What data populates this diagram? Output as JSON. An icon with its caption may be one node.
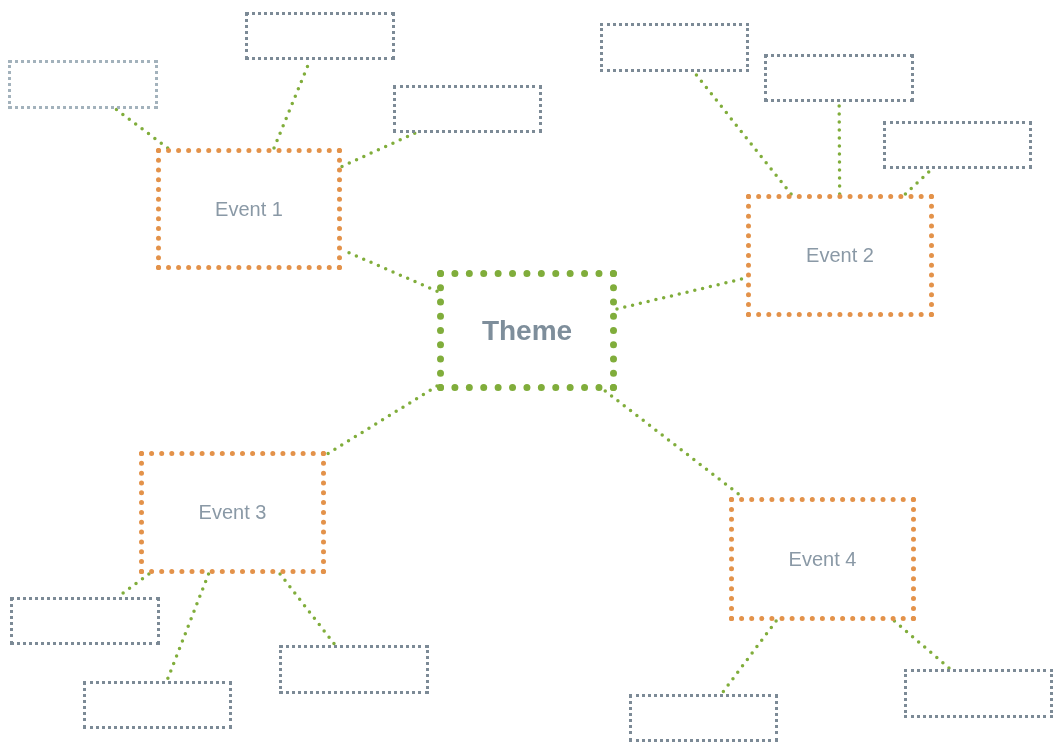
{
  "diagram": {
    "nodes": [
      {
        "text": [
          "Theme"
        ]
      },
      {
        "text": [
          "Event 1"
        ]
      },
      {
        "text": [
          "Event 2"
        ]
      },
      {
        "text": [
          "Event 3"
        ]
      },
      {
        "text": [
          "Event 4"
        ]
      },
      {
        "text": [],
        "shape": "box"
      },
      {
        "text": [],
        "shape": "box"
      },
      {
        "text": [],
        "shape": "box"
      },
      {
        "text": [],
        "shape": "box"
      },
      {
        "text": [],
        "shape": "box"
      },
      {
        "text": [],
        "shape": "box"
      },
      {
        "text": [],
        "shape": "box"
      },
      {
        "text": [],
        "shape": "box"
      },
      {
        "text": [],
        "shape": "box"
      },
      {
        "text": [],
        "shape": "box"
      },
      {
        "text": [],
        "shape": "box"
      }
    ],
    "edges": [
      {
        "from": 0,
        "to": 1,
        "arrow": "none"
      },
      {
        "from": 0,
        "to": 2,
        "arrow": "none"
      },
      {
        "from": 0,
        "to": 3,
        "arrow": "none"
      },
      {
        "from": 0,
        "to": 4,
        "arrow": "none"
      },
      {
        "from": 1,
        "to": 5,
        "arrow": "none"
      },
      {
        "from": 1,
        "to": 6,
        "arrow": "none"
      },
      {
        "from": 1,
        "to": 7,
        "arrow": "none"
      },
      {
        "from": 2,
        "to": 8,
        "arrow": "none"
      },
      {
        "from": 2,
        "to": 9,
        "arrow": "none"
      },
      {
        "from": 2,
        "to": 10,
        "arrow": "none"
      },
      {
        "from": 3,
        "to": 11,
        "arrow": "none"
      },
      {
        "from": 3,
        "to": 12,
        "arrow": "none"
      },
      {
        "from": 3,
        "to": 13,
        "arrow": "none"
      },
      {
        "from": 4,
        "to": 14,
        "arrow": "none"
      },
      {
        "from": 4,
        "to": 15,
        "arrow": "none"
      }
    ]
  }
}
